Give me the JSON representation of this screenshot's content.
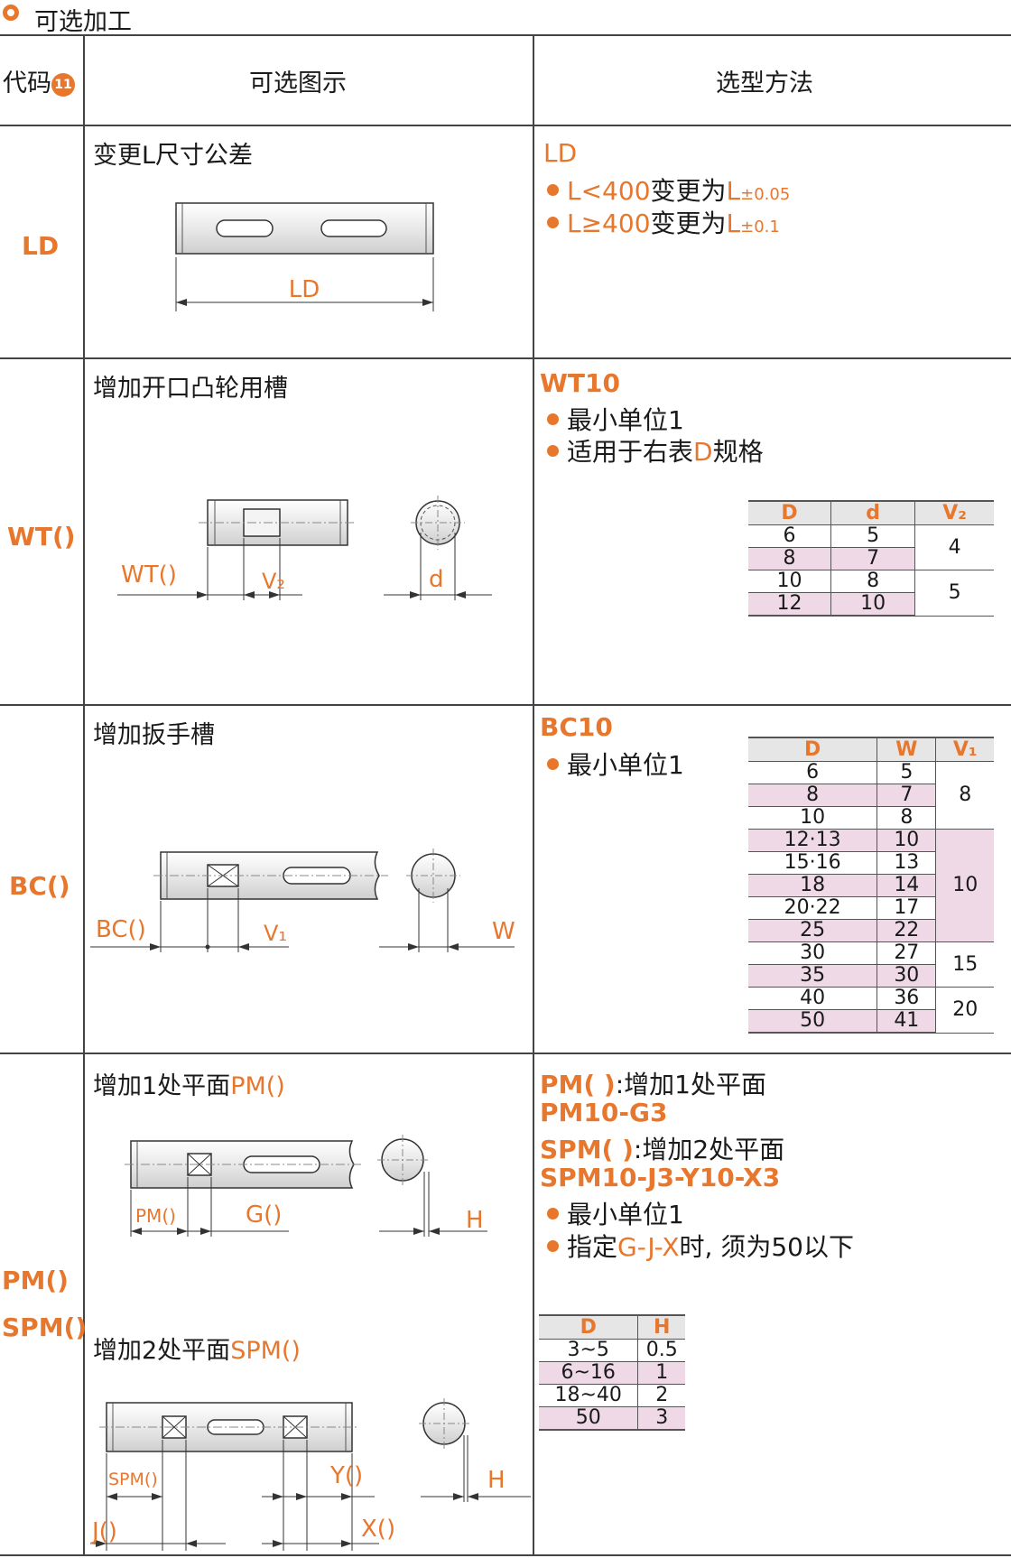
{
  "page_title": "可选加工",
  "header": {
    "code": "代码",
    "badge": "11",
    "figure": "可选图示",
    "method": "选型方法"
  },
  "ld": {
    "code": "LD",
    "title": "变更L尺寸公差",
    "dim_label": "LD",
    "method_code": "LD",
    "bullets": [
      {
        "prefix": "L<400",
        "middle": "变更为",
        "sym": "L",
        "sub": "±0.05"
      },
      {
        "prefix": "L≥400",
        "middle": "变更为",
        "sym": "L",
        "sub": "±0.1"
      }
    ]
  },
  "wt": {
    "code": "WT()",
    "title": "增加开口凸轮用槽",
    "labels": {
      "wt": "WT()",
      "v2": "V₂",
      "d": "d"
    },
    "method_code": "WT10",
    "bullet1": "最小单位1",
    "bullet2_pre": "适用于右表",
    "bullet2_hl": "D",
    "bullet2_post": "规格",
    "table": {
      "headers": [
        "D",
        "d",
        "V₂"
      ],
      "rows": [
        [
          "6",
          "5"
        ],
        [
          "8",
          "7"
        ],
        [
          "10",
          "8"
        ],
        [
          "12",
          "10"
        ]
      ],
      "v": [
        "4",
        "5"
      ]
    }
  },
  "bc": {
    "code": "BC()",
    "title": "增加扳手槽",
    "labels": {
      "bc": "BC()",
      "v1": "V₁",
      "w": "W"
    },
    "method_code": "BC10",
    "bullet1": "最小单位1",
    "table": {
      "headers": [
        "D",
        "W",
        "V₁"
      ],
      "rows": [
        [
          "6",
          "5"
        ],
        [
          "8",
          "7"
        ],
        [
          "10",
          "8"
        ],
        [
          "12·13",
          "10"
        ],
        [
          "15·16",
          "13"
        ],
        [
          "18",
          "14"
        ],
        [
          "20·22",
          "17"
        ],
        [
          "25",
          "22"
        ],
        [
          "30",
          "27"
        ],
        [
          "35",
          "30"
        ],
        [
          "40",
          "36"
        ],
        [
          "50",
          "41"
        ]
      ],
      "v": [
        "8",
        "10",
        "15",
        "20"
      ]
    }
  },
  "pm": {
    "code1": "PM()",
    "code2": "SPM()",
    "title1_pre": "增加1处平面",
    "title1_hl": "PM()",
    "title2_pre": "增加2处平面",
    "title2_hl": "SPM()",
    "labels1": {
      "pm": "PM()",
      "g": "G()",
      "h": "H"
    },
    "labels2": {
      "spm": "SPM()",
      "j": "J()",
      "y": "Y()",
      "x": "X()",
      "h": "H"
    },
    "line1_hl": "PM( )",
    "line1_txt": ":增加1处平面",
    "line2": "PM10-G3",
    "line3_hl": "SPM( )",
    "line3_txt": ":增加2处平面",
    "line4": "SPM10-J3-Y10-X3",
    "bullet1": "最小单位1",
    "bullet2_pre": "指定",
    "bullet2_hl": "G-J-X",
    "bullet2_post": "时, 须为50以下",
    "table": {
      "headers": [
        "D",
        "H"
      ],
      "rows": [
        [
          "3~5",
          "0.5"
        ],
        [
          "6~16",
          "1"
        ],
        [
          "18~40",
          "2"
        ],
        [
          "50",
          "3"
        ]
      ]
    }
  }
}
